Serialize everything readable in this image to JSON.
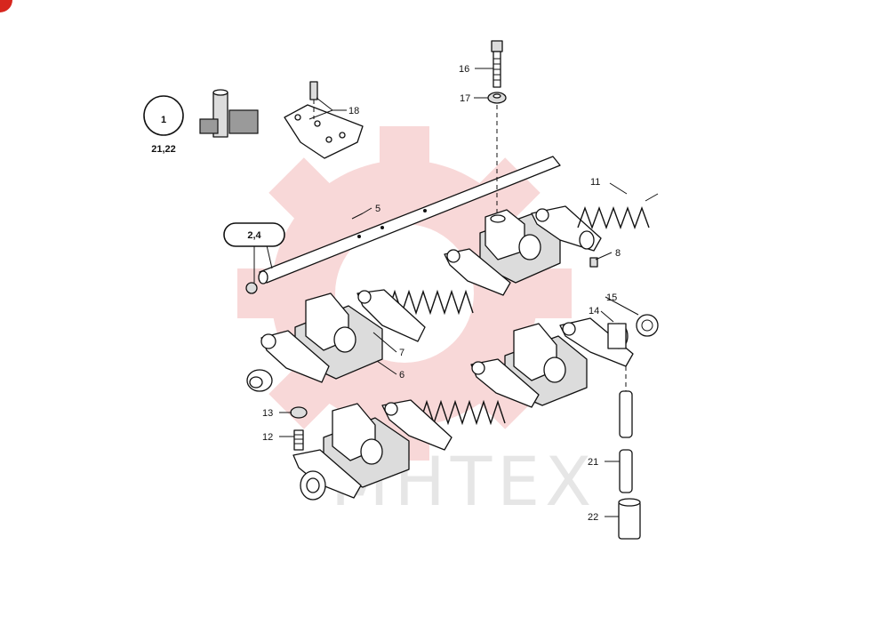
{
  "watermark": {
    "text": "MHTEX",
    "color": "#f3b9b9"
  },
  "variant_badge": {
    "number": "1",
    "caption": "21,22"
  },
  "reference_callout": "2,4",
  "callouts": [
    {
      "id": "c5",
      "text": "5"
    },
    {
      "id": "c6",
      "text": "6"
    },
    {
      "id": "c7",
      "text": "7"
    },
    {
      "id": "c8",
      "text": "8"
    },
    {
      "id": "c11",
      "text": "11"
    },
    {
      "id": "c12",
      "text": "12"
    },
    {
      "id": "c13",
      "text": "13"
    },
    {
      "id": "c14",
      "text": "14"
    },
    {
      "id": "c15",
      "text": "15"
    },
    {
      "id": "c16",
      "text": "16"
    },
    {
      "id": "c17",
      "text": "17"
    },
    {
      "id": "c18",
      "text": "18"
    },
    {
      "id": "c21",
      "text": "21"
    },
    {
      "id": "c22",
      "text": "22"
    }
  ],
  "corner_marker_color": "#d7261e"
}
